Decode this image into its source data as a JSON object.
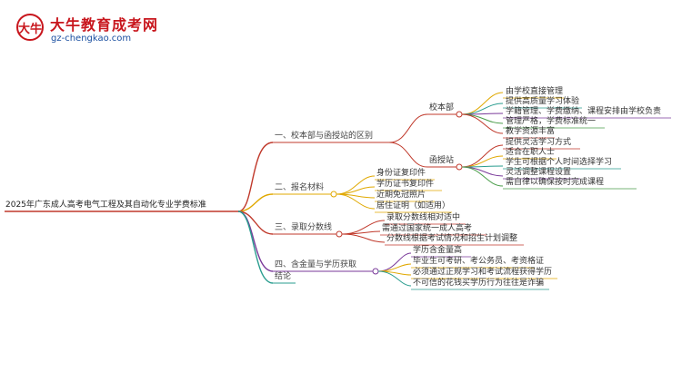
{
  "brand": {
    "logo_text": "大牛",
    "title": "大牛教育成考网",
    "url": "gz-chengkao.com"
  },
  "root": "2025年广东成人高考电气工程及其自动化专业学费标准",
  "branches": [
    {
      "label": "一、校本部与函授站的区别",
      "color": "#c0392b",
      "subs": [
        {
          "label": "校本部",
          "leaves": [
            "由学校直接管理",
            "提供高质量学习体验",
            "学籍管理、学费缴纳、课程安排由学校负责",
            "管理严格，学费标准统一",
            "教学资源丰富"
          ]
        },
        {
          "label": "函授站",
          "leaves": [
            "提供灵活学习方式",
            "适合在职人士",
            "学生可根据个人时间选择学习",
            "灵活调整课程设置",
            "需自律以确保按时完成课程"
          ]
        }
      ]
    },
    {
      "label": "二、报名材料",
      "color": "#e0a800",
      "leaves": [
        "身份证复印件",
        "学历证书复印件",
        "近期免冠照片",
        "居住证明（如适用）"
      ]
    },
    {
      "label": "三、录取分数线",
      "color": "#c0392b",
      "leaves": [
        "录取分数线相对适中",
        "需通过国家统一成人高考",
        "分数线根据考试情况和招生计划调整"
      ]
    },
    {
      "label": "四、含金量与学历获取",
      "color": "#7a3a9a",
      "leaves": [
        "学历含金量高",
        "毕业生可考研、考公务员、考资格证",
        "必须通过正规学习和考试流程获得学历",
        "不可信的花钱买学历行为往往是诈骗"
      ]
    },
    {
      "label": "结论",
      "color": "#2a9d8f",
      "leaves": []
    }
  ]
}
